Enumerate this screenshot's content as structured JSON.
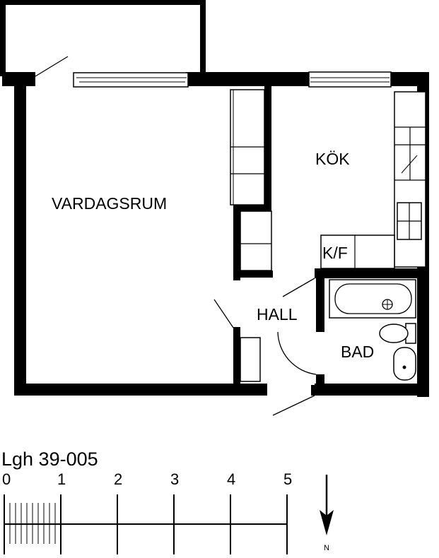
{
  "rooms": {
    "vardagsrum": "VARDAGSRUM",
    "kok": "KÖK",
    "kf": "K/F",
    "hall": "HALL",
    "bad": "BAD"
  },
  "apartment": {
    "title": "Lgh 39-005"
  },
  "scale": {
    "labels": [
      "0",
      "1",
      "2",
      "3",
      "4",
      "5"
    ],
    "unit_count": 5
  },
  "north": {
    "label": "N",
    "direction": "down"
  },
  "colors": {
    "wall": "#000000",
    "background": "#ffffff"
  }
}
